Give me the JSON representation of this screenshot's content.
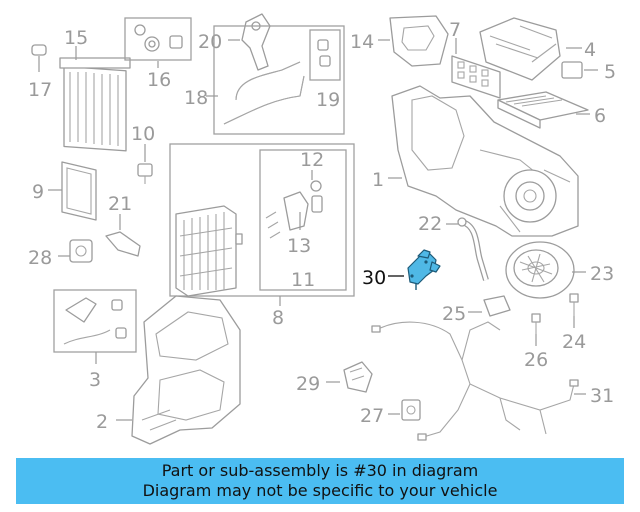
{
  "labels": {
    "p1": "1",
    "p2": "2",
    "p3": "3",
    "p4": "4",
    "p5": "5",
    "p6": "6",
    "p7": "7",
    "p8": "8",
    "p9": "9",
    "p10": "10",
    "p11": "11",
    "p12": "12",
    "p13": "13",
    "p14": "14",
    "p15": "15",
    "p16": "16",
    "p17": "17",
    "p18": "18",
    "p19": "19",
    "p20": "20",
    "p21": "21",
    "p22": "22",
    "p23": "23",
    "p24": "24",
    "p25": "25",
    "p26": "26",
    "p27": "27",
    "p28": "28",
    "p29": "29",
    "p30": "30",
    "p31": "31"
  },
  "highlighted_part": "30",
  "banner": {
    "line1": "Part or sub-assembly is #30 in diagram",
    "line2": "Diagram may not be specific to your vehicle",
    "background": "#4bbdf2"
  },
  "colors": {
    "part_stroke": "#9c9c9c",
    "highlight_fill": "#4fb8e6"
  }
}
